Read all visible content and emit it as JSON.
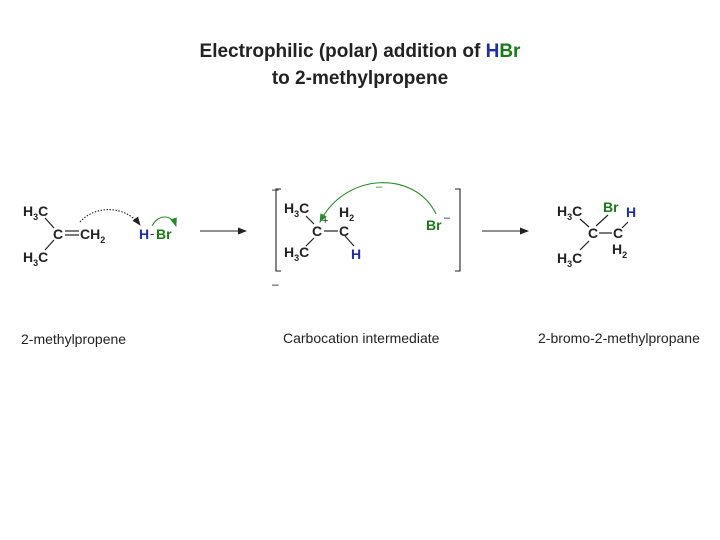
{
  "title": {
    "line1_prefix": "Electrophilic (polar) addition of ",
    "line1_h": "H",
    "line1_br": "Br",
    "line2": "to 2-methylpropene"
  },
  "atoms": {
    "h3c": "H",
    "h3c_sub": "3",
    "h3c_c": "C",
    "c": "C",
    "ch2": "CH",
    "ch2_sub": "2",
    "h": "H",
    "br": "Br",
    "h2": "H",
    "h2_sub": "2",
    "plus": "+",
    "minus": "–",
    "bond_single": "-"
  },
  "labels": {
    "reactant": "2-methylpropene",
    "intermediate": "Carbocation intermediate",
    "product": "2-bromo-2-methylpropane"
  },
  "colors": {
    "text": "#222222",
    "hydrogen_blue": "#1f2fa8",
    "bromine_green": "#1a7a1a",
    "arrow_green": "#2a8a2a",
    "arrow_black": "#222222"
  }
}
